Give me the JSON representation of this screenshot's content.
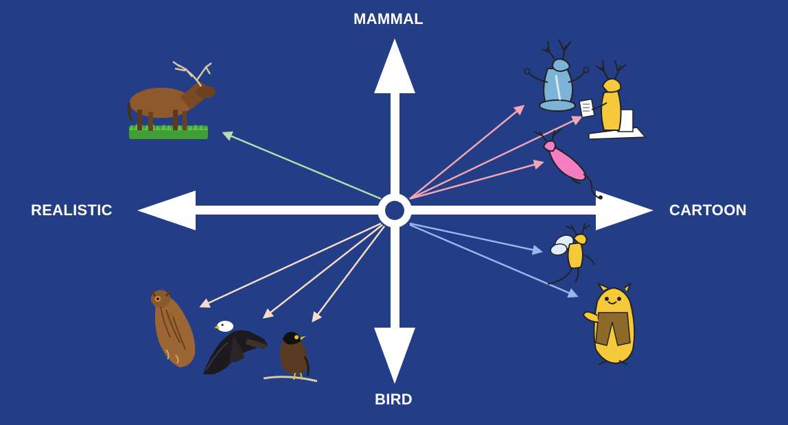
{
  "axes": {
    "top": "MAMMAL",
    "bottom": "BIRD",
    "left": "REALISTIC",
    "right": "CARTOON"
  },
  "colors": {
    "background": "#233e86",
    "axis": "#ffffff",
    "realistic_mammal_arrow": "#b7dcae",
    "cartoon_mammal_arrow": "#f2a7b3",
    "realistic_bird_arrow": "#f6dcc9",
    "cartoon_bird_arrow": "#9ab6ee"
  },
  "pictures": [
    {
      "name": "realistic-elk",
      "icon": "elk-photo-icon"
    },
    {
      "name": "cartoon-meditating-blue-deer",
      "icon": "blue-deer-cartoon-icon"
    },
    {
      "name": "cartoon-deer-at-sewing-machine",
      "icon": "yellow-deer-cartoon-icon"
    },
    {
      "name": "cartoon-pink-deer",
      "icon": "pink-deer-cartoon-icon"
    },
    {
      "name": "realistic-owl",
      "icon": "owl-photo-icon"
    },
    {
      "name": "realistic-eagle",
      "icon": "eagle-photo-icon"
    },
    {
      "name": "realistic-myna",
      "icon": "myna-photo-icon"
    },
    {
      "name": "cartoon-winged-deer",
      "icon": "winged-deer-cartoon-icon"
    },
    {
      "name": "cartoon-owl-in-suit",
      "icon": "owl-cartoon-icon"
    }
  ]
}
